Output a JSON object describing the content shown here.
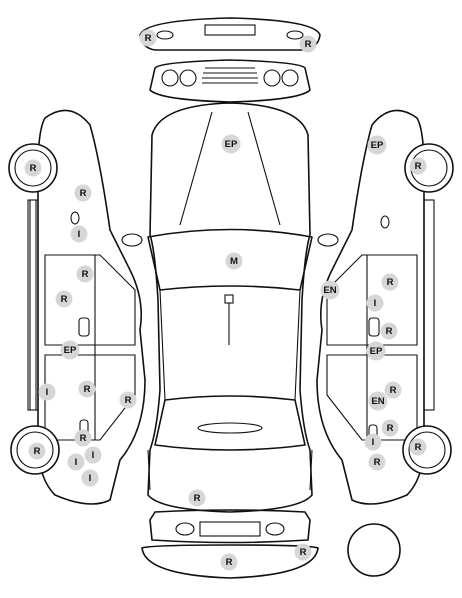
{
  "legend_codes": {
    "R": "R",
    "EP": "EP",
    "M": "M",
    "I": "I",
    "EN": "EN"
  },
  "marks": {
    "front_bumper_left": "R",
    "front_bumper_right": "R",
    "hood": "EP",
    "windshield": "M",
    "rear_bumper_bottom": "R",
    "rear_bumper_right": "R",
    "trunk": "R",
    "left_front_wheel": "R",
    "left_front_fender": "R",
    "left_fuel_area": "I",
    "left_front_door_upper": "R",
    "left_front_door_lower": "R",
    "left_pillar": "EP",
    "left_rear_door_rocker": "I",
    "left_rear_door": "R",
    "left_rear_quarter": "R",
    "left_rear_wheel": "R",
    "left_rear_lamp": "R",
    "left_rear_lower_1": "I",
    "left_rear_lower_2": "I",
    "left_rear_lower_3": "I",
    "right_fender_top": "EP",
    "right_front_wheel": "R",
    "right_mirror_area": "EN",
    "right_front_door_upper": "R",
    "right_front_door_mid": "I",
    "right_front_door_lower": "R",
    "right_pillar": "EP",
    "right_rear_door_en": "EN",
    "right_rear_door": "R",
    "right_rear_quarter": "R",
    "right_rear_lower_i": "I",
    "right_rear_lower_r": "R",
    "right_rear_wheel": "R"
  }
}
